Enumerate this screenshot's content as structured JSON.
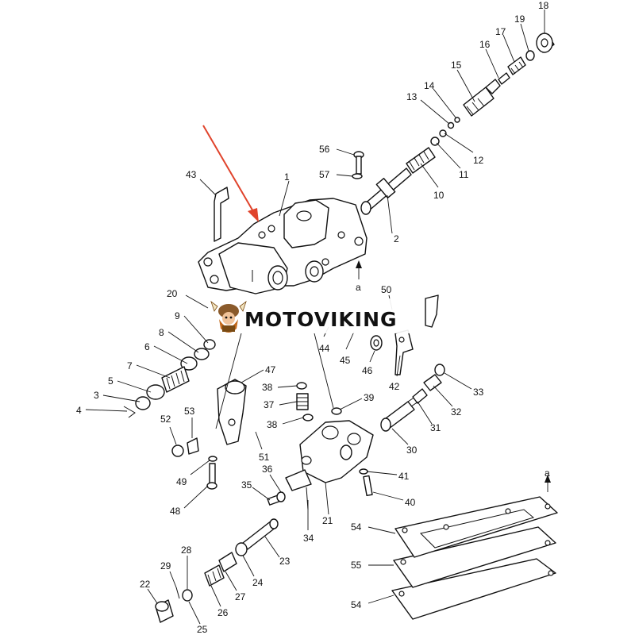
{
  "brand": {
    "name": "MOTOVIKING",
    "logo_icon": "viking-mascot-icon"
  },
  "arrow_color": "#e0432b",
  "section_marker": "a",
  "labels": {
    "p1": "1",
    "p2": "2",
    "p3": "3",
    "p4": "4",
    "p5": "5",
    "p6": "6",
    "p7": "7",
    "p8": "8",
    "p9": "9",
    "p10": "10",
    "p11": "11",
    "p12": "12",
    "p13": "13",
    "p14": "14",
    "p15": "15",
    "p16": "16",
    "p17": "17",
    "p18": "18",
    "p19": "19",
    "p20": "20",
    "p21": "21",
    "p22": "22",
    "p23": "23",
    "p24": "24",
    "p25": "25",
    "p26": "26",
    "p27": "27",
    "p28": "28",
    "p29": "29",
    "p30": "30",
    "p31": "31",
    "p32": "32",
    "p33": "33",
    "p34": "34",
    "p35": "35",
    "p36": "36",
    "p37": "37",
    "p38a": "38",
    "p38b": "38",
    "p38c": "38",
    "p39": "39",
    "p40": "40",
    "p41": "41",
    "p42": "42",
    "p43": "43",
    "p44": "44",
    "p45": "45",
    "p46": "46",
    "p47": "47",
    "p48": "48",
    "p49": "49",
    "p50": "50",
    "p51": "51",
    "p52": "52",
    "p53": "53",
    "p54a": "54",
    "p54b": "54",
    "p55": "55",
    "p56": "56",
    "p57": "57"
  }
}
